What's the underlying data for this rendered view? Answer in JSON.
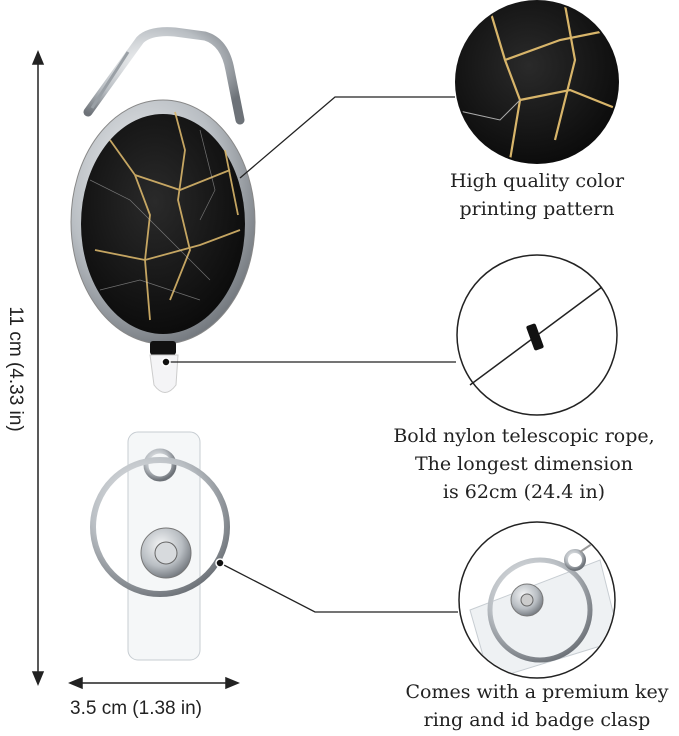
{
  "dimensions": {
    "height_label": "11 cm (4.33 in)",
    "width_label": "3.5 cm (1.38 in)"
  },
  "callouts": [
    {
      "lines": [
        "High quality color",
        "printing pattern"
      ],
      "detail": "marble-pattern-closeup"
    },
    {
      "lines": [
        "Bold nylon telescopic rope,",
        "The longest dimension",
        "is 62cm (24.4 in)"
      ],
      "detail": "nylon-rope-closeup"
    },
    {
      "lines": [
        "Comes with a premium key",
        "ring and id badge clasp"
      ],
      "detail": "key-ring-clasp-closeup"
    }
  ],
  "colors": {
    "marble": "#111111",
    "vein": "#d8b56a",
    "silver": "#c8ccd0",
    "line": "#222222"
  }
}
